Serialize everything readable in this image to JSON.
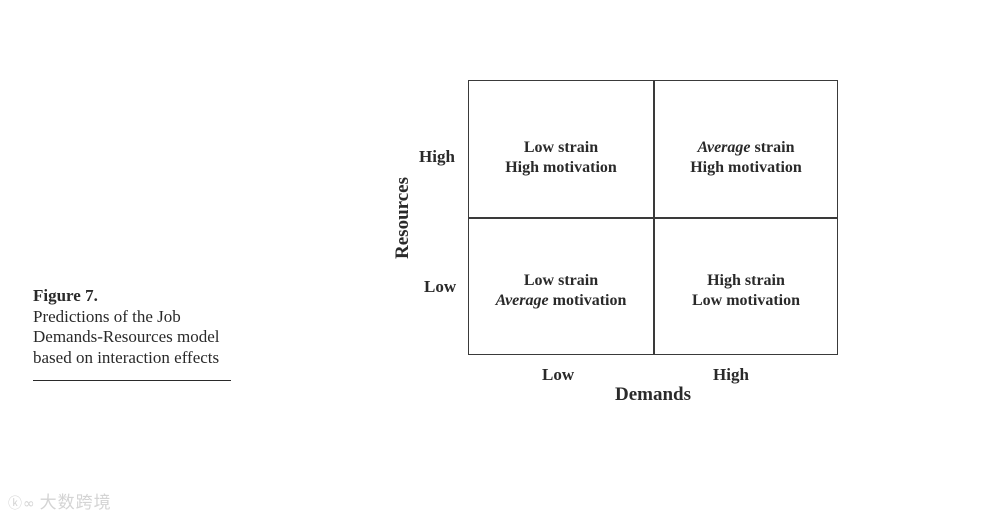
{
  "caption": {
    "title": "Figure 7.",
    "text": "Predictions of the Job Demands-Resources model based on interaction effects"
  },
  "diagram": {
    "y_axis_label": "Resources",
    "x_axis_label": "Demands",
    "y_levels": {
      "high": "High",
      "low": "Low"
    },
    "x_levels": {
      "low": "Low",
      "high": "High"
    },
    "cells": {
      "top_left": {
        "line1": "Low strain",
        "line2": "High motivation"
      },
      "top_right": {
        "line1_italic": "Average",
        "line1_rest": " strain",
        "line2": "High motivation"
      },
      "bottom_left": {
        "line1": "Low strain",
        "line2_italic": "Average",
        "line2_rest": " motivation"
      },
      "bottom_right": {
        "line1": "High strain",
        "line2": "Low motivation"
      }
    }
  },
  "watermark": {
    "logo": "ⓚ∞",
    "text": "大数跨境"
  }
}
